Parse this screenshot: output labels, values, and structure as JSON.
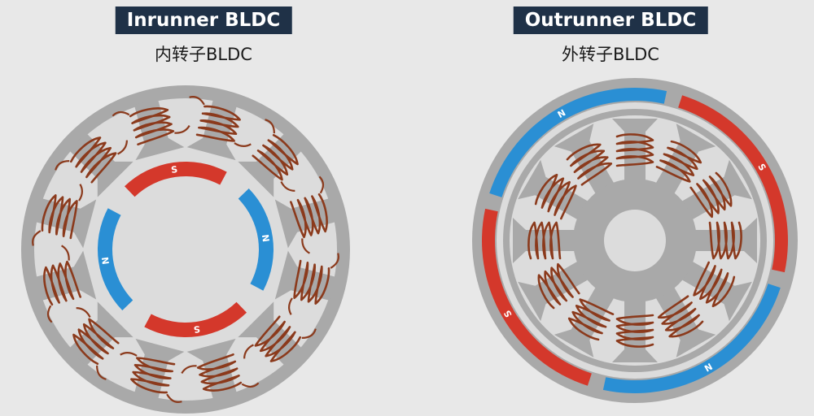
{
  "inrunner": {
    "title": "Inrunner BLDC",
    "subtitle": "内转子BLDC",
    "stator_teeth": 12,
    "magnets": [
      {
        "pole": "S",
        "color": "#d4382b"
      },
      {
        "pole": "N",
        "color": "#2a8fd4"
      },
      {
        "pole": "S",
        "color": "#d4382b"
      },
      {
        "pole": "N",
        "color": "#2a8fd4"
      }
    ]
  },
  "outrunner": {
    "title": "Outrunner BLDC",
    "subtitle": "外转子BLDC",
    "stator_teeth": 12,
    "magnets": [
      {
        "pole": "N",
        "color": "#2a8fd4"
      },
      {
        "pole": "S",
        "color": "#d4382b"
      },
      {
        "pole": "N",
        "color": "#2a8fd4"
      },
      {
        "pole": "S",
        "color": "#d4382b"
      }
    ]
  },
  "colors": {
    "background": "#e8e8e8",
    "iron": "#a9a9a9",
    "air_gap": "#dcdcdc",
    "coil": "#8b3a1c",
    "badge": "#1f3147"
  }
}
